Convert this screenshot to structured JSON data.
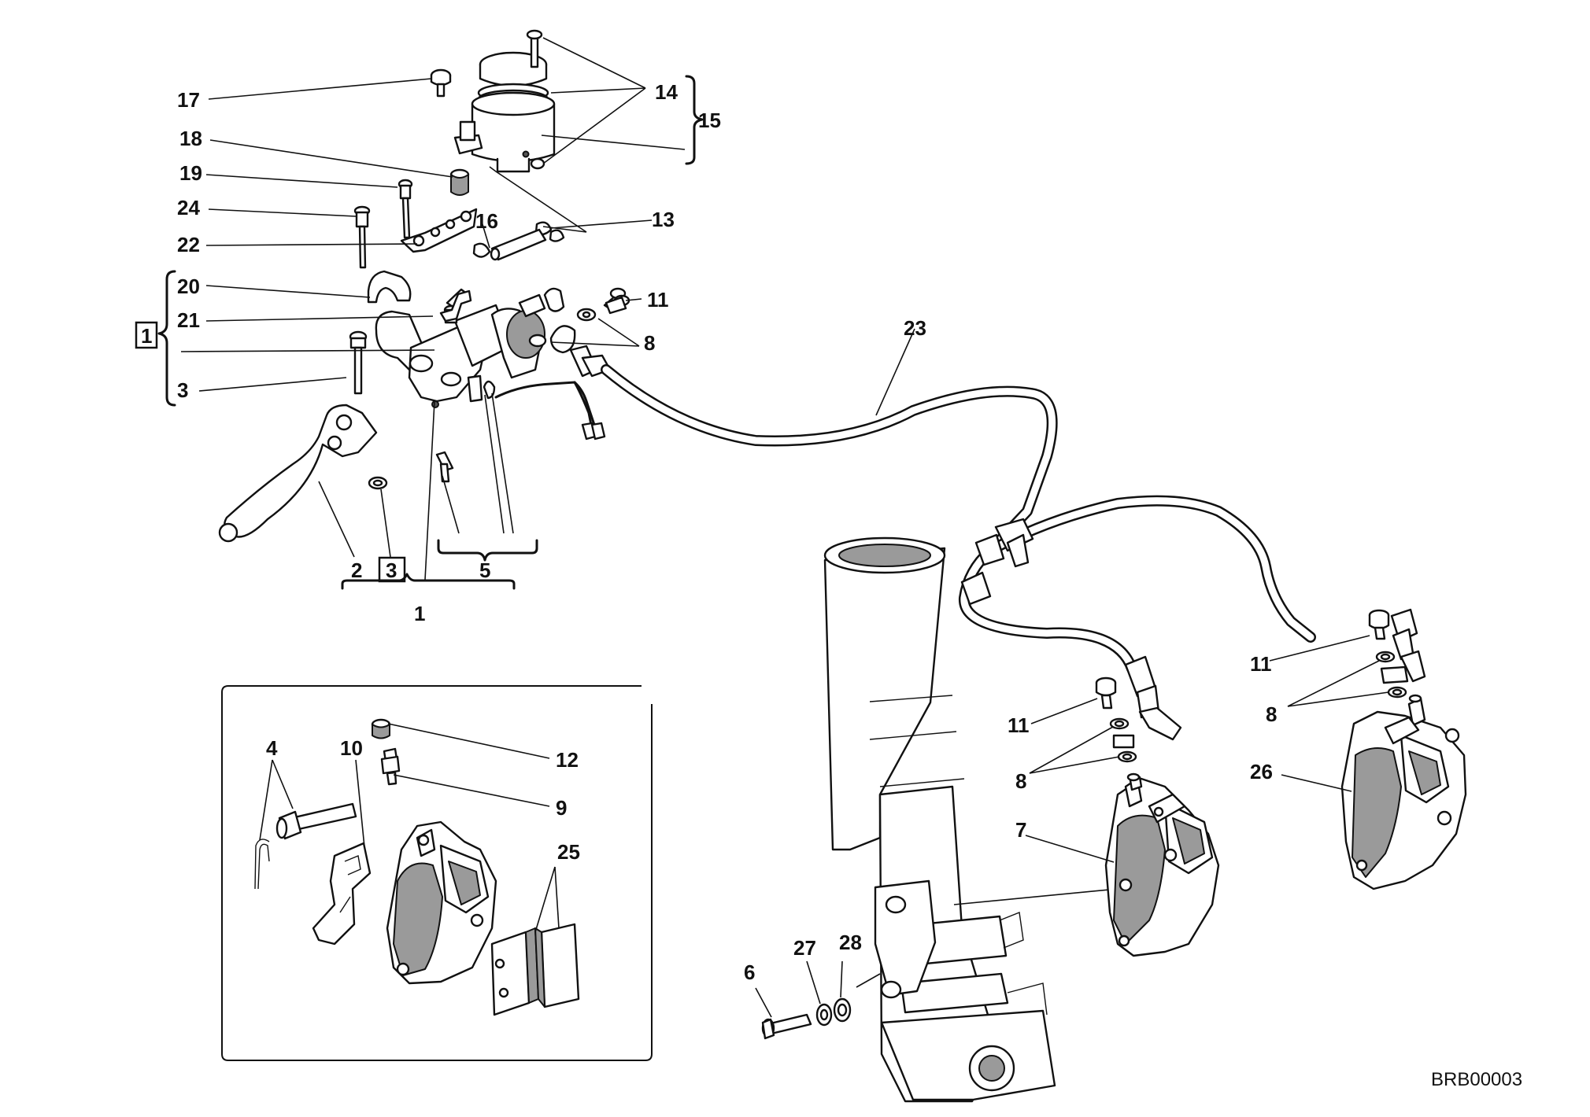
{
  "callouts": {
    "c1": "1",
    "c2": "2",
    "c3": "3",
    "c4": "4",
    "c5": "5",
    "c6": "6",
    "c7": "7",
    "c8": "8",
    "c9": "9",
    "c10": "10",
    "c11": "11",
    "c12": "12",
    "c13": "13",
    "c14": "14",
    "c15": "15",
    "c16": "16",
    "c17": "17",
    "c18": "18",
    "c19": "19",
    "c20": "20",
    "c21": "21",
    "c22": "22",
    "c23": "23",
    "c24": "24",
    "c25": "25",
    "c26": "26",
    "c27": "27",
    "c28": "28"
  },
  "reference_code": "BRB00003"
}
